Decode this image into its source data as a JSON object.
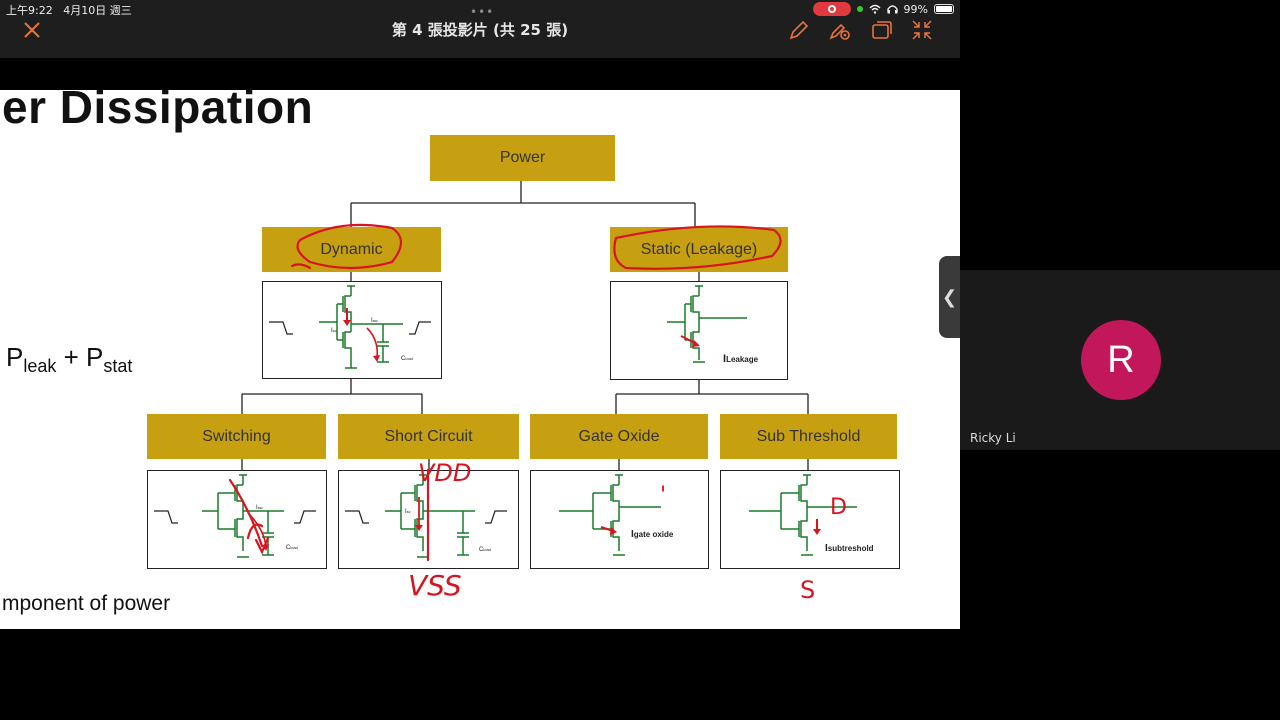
{
  "status_bar": {
    "time": "上午9:22",
    "date": "4月10日 週三",
    "battery": "99%",
    "battery_level": 0.99
  },
  "toolbar": {
    "title": "第 4 張投影片 (共 25 張)",
    "dots": "•••"
  },
  "slide": {
    "heading": "er Dissipation",
    "formula": {
      "left": "P",
      "left_sub": "leak",
      "op": "+",
      "right": "P",
      "right_sub": "stat"
    },
    "bottom_note": "mponent of power",
    "nodes": {
      "power": "Power",
      "dynamic": "Dynamic",
      "static": "Static (Leakage)",
      "switching": "Switching",
      "short_circuit": "Short Circuit",
      "gate_oxide": "Gate Oxide",
      "sub_threshold": "Sub Threshold"
    },
    "circuit_labels": {
      "isw": "I",
      "isw_sub": "sw",
      "isc": "I",
      "isc_sub": "sc",
      "cload": "C",
      "cload_sub": "load",
      "ileak": "I",
      "ileak_sub": "Leakage",
      "igate": "I",
      "igate_sub": "gate oxide",
      "isub": "I",
      "isub_sub": "subtreshold"
    },
    "annotations": {
      "vdd": "VDD",
      "vss": "VSS",
      "d": "D",
      "s": "S",
      "tick": "'"
    },
    "colors": {
      "node_fill": "#c6a010",
      "circuit": "#1a7a2a",
      "ink": "#d8141e"
    }
  },
  "participant": {
    "initial": "R",
    "name": "Ricky Li",
    "avatar_color": "#c2185b"
  },
  "side_tab": {
    "label": "❮"
  }
}
